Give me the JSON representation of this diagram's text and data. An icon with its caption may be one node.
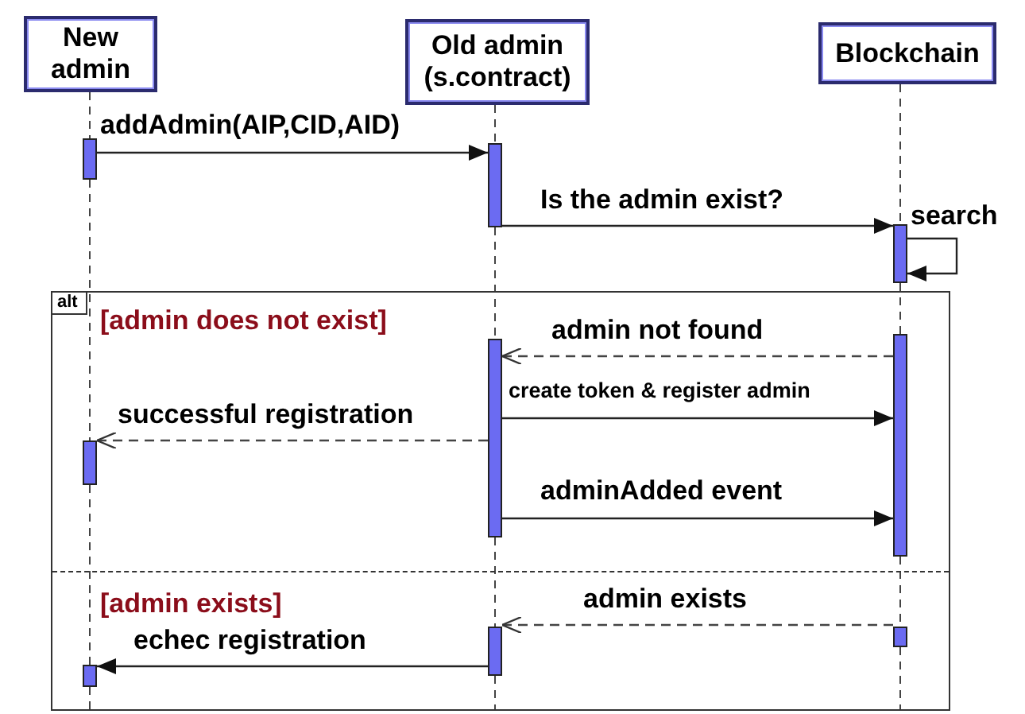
{
  "diagram": {
    "nodes": [
      {
        "text": [
          "New admin"
        ]
      },
      {
        "text": [
          "Old admin (s.contract)"
        ]
      },
      {
        "text": [
          "Blockchain"
        ]
      },
      {
        "text": [],
        "shape": "bar"
      },
      {
        "text": [],
        "shape": "bar"
      },
      {
        "text": [],
        "shape": "bar"
      },
      {
        "text": [
          "alt",
          "[admin does not exist]",
          "[admin exists]"
        ]
      },
      {
        "text": [],
        "shape": "bar",
        "in": 6
      },
      {
        "text": [],
        "shape": "bar",
        "in": 6
      },
      {
        "text": [],
        "shape": "bar",
        "in": 6
      },
      {
        "text": [],
        "shape": "bar",
        "in": 6
      },
      {
        "text": [],
        "shape": "bar",
        "in": 6
      },
      {
        "text": [],
        "shape": "bar",
        "in": 6
      }
    ],
    "edges": [
      {
        "from": 3,
        "to": 4,
        "arrow": "to",
        "label": "addAdmin(AIP,CID,AID)"
      },
      {
        "from": 4,
        "to": 5,
        "arrow": "to",
        "label": "Is the admin exist?"
      },
      {
        "from": 5,
        "to": 5,
        "arrow": "to",
        "label": "search"
      },
      {
        "from": 7,
        "to": 8,
        "arrow": "to",
        "label": "admin not found",
        "style": "dashed"
      },
      {
        "from": 8,
        "to": 7,
        "arrow": "to",
        "label": "create token & register admin"
      },
      {
        "from": 8,
        "to": 9,
        "arrow": "to",
        "label": "successful registration",
        "style": "dashed"
      },
      {
        "from": 8,
        "to": 7,
        "arrow": "to",
        "label": "adminAdded event"
      },
      {
        "from": 11,
        "to": 10,
        "arrow": "to",
        "label": "admin exists",
        "style": "dashed"
      },
      {
        "from": 10,
        "to": 12,
        "arrow": "to",
        "label": "echec registration"
      },
      {
        "from": 0,
        "to": 3,
        "arrow": "none",
        "style": "dashed"
      },
      {
        "from": 3,
        "to": 9,
        "arrow": "none",
        "style": "dashed"
      },
      {
        "from": 9,
        "to": 12,
        "arrow": "none",
        "style": "dashed"
      },
      {
        "from": 12,
        "to": 6,
        "arrow": "none",
        "style": "dashed"
      },
      {
        "from": 1,
        "to": 4,
        "arrow": "none",
        "style": "dashed"
      },
      {
        "from": 4,
        "to": 8,
        "arrow": "none",
        "style": "dashed"
      },
      {
        "from": 8,
        "to": 10,
        "arrow": "none",
        "style": "dashed"
      },
      {
        "from": 10,
        "to": 6,
        "arrow": "none",
        "style": "dashed"
      },
      {
        "from": 2,
        "to": 5,
        "arrow": "none",
        "style": "dashed"
      },
      {
        "from": 5,
        "to": 7,
        "arrow": "none",
        "style": "dashed"
      },
      {
        "from": 7,
        "to": 11,
        "arrow": "none",
        "style": "dashed"
      },
      {
        "from": 11,
        "to": 6,
        "arrow": "none",
        "style": "dashed"
      }
    ]
  }
}
